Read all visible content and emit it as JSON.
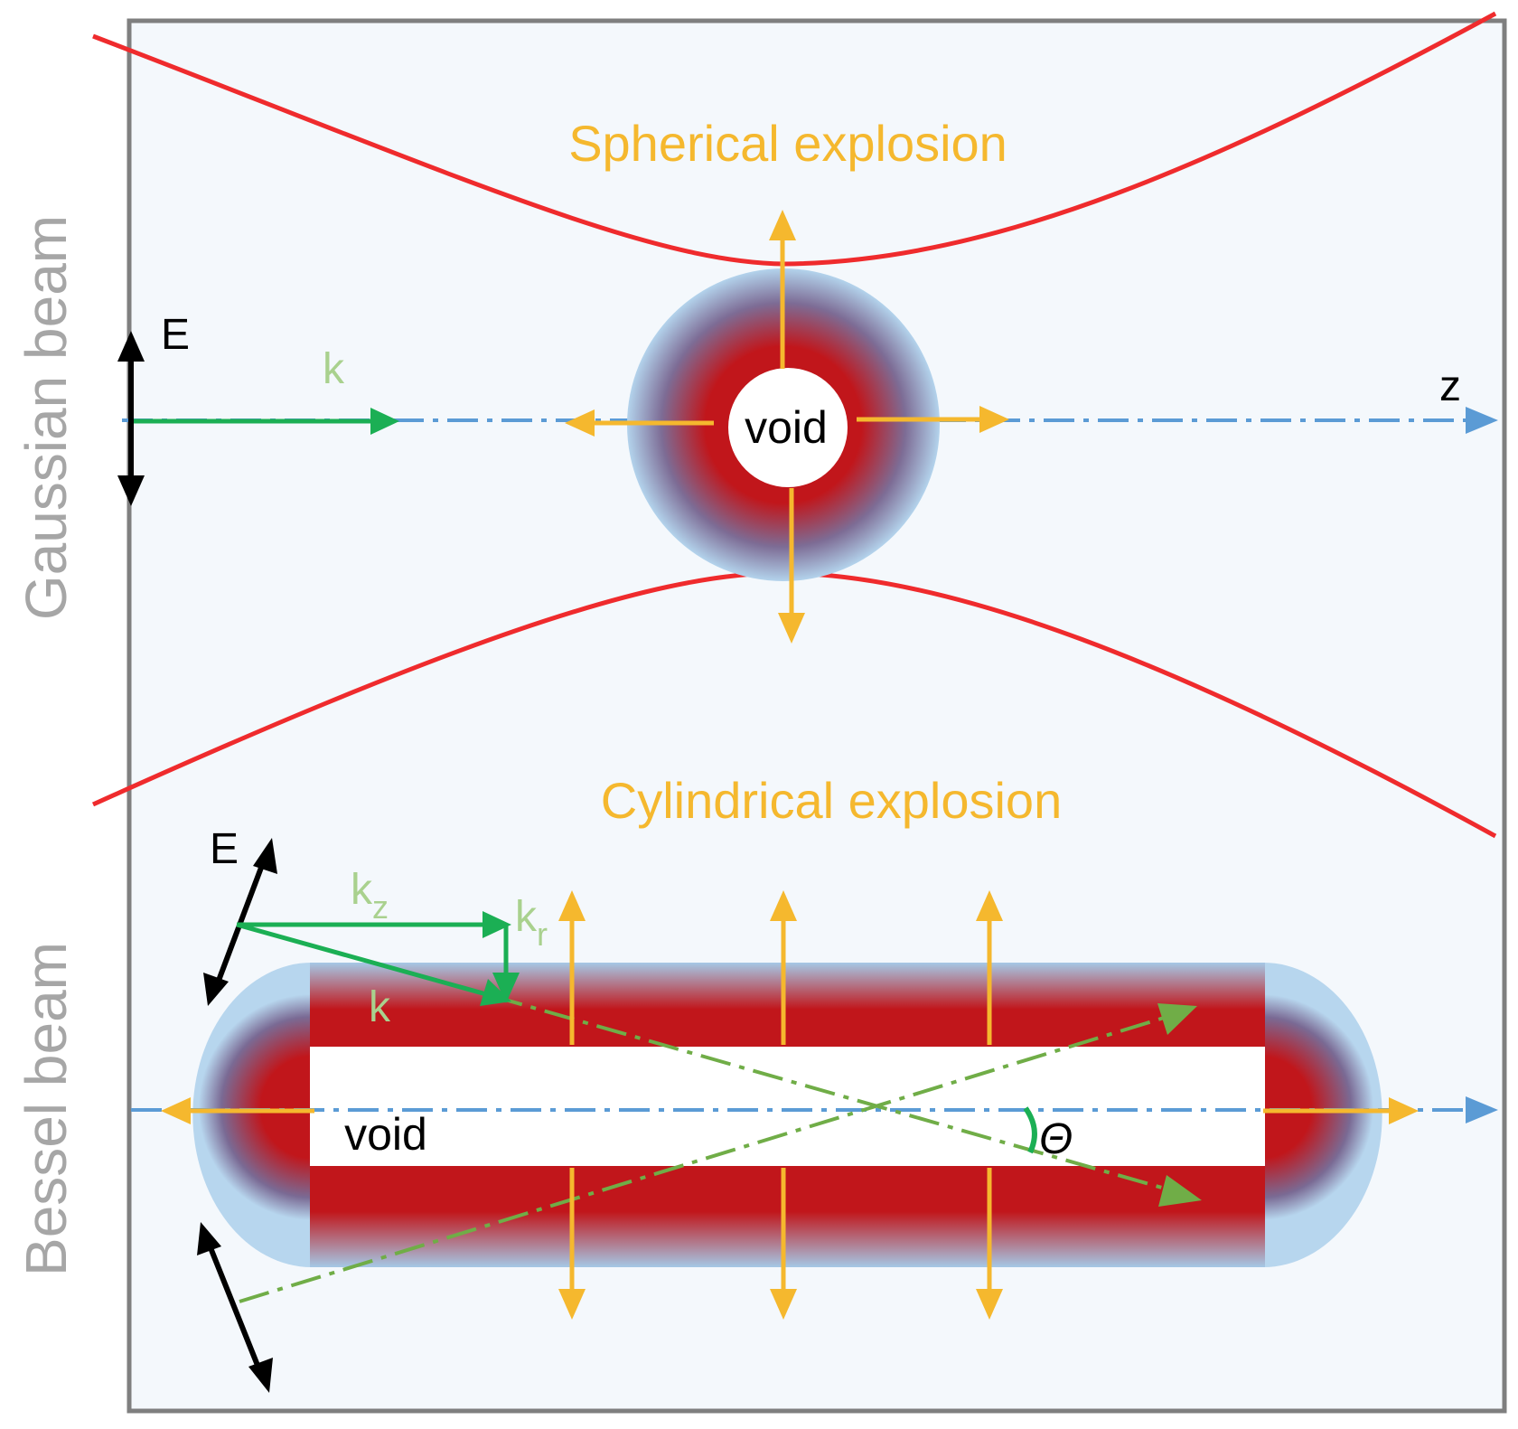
{
  "side_labels": {
    "top": "Gaussian beam",
    "bottom": "Bessel beam"
  },
  "titles": {
    "top": "Spherical explosion",
    "bottom": "Cylindrical explosion"
  },
  "gaussian": {
    "e_label": "E",
    "k_label": "k",
    "z_label": "z",
    "void_label": "void"
  },
  "bessel": {
    "e_label": "E",
    "kz_main": "k",
    "kz_sub": "z",
    "kr_main": "k",
    "kr_sub": "r",
    "k_label": "k",
    "void_label": "void",
    "angle_label": "Θ"
  },
  "colors": {
    "explosion_arrow": "#F5B82E",
    "beam_profile": "#EF2B2D",
    "axis": "#5B9BD5",
    "wave_vector": "#1BAF54",
    "ray": "#70AD47",
    "void_core": "#C1161B",
    "void_halo": "#A5C8E6",
    "frame": "#7F7F7F",
    "background": "#F4F8FC"
  }
}
